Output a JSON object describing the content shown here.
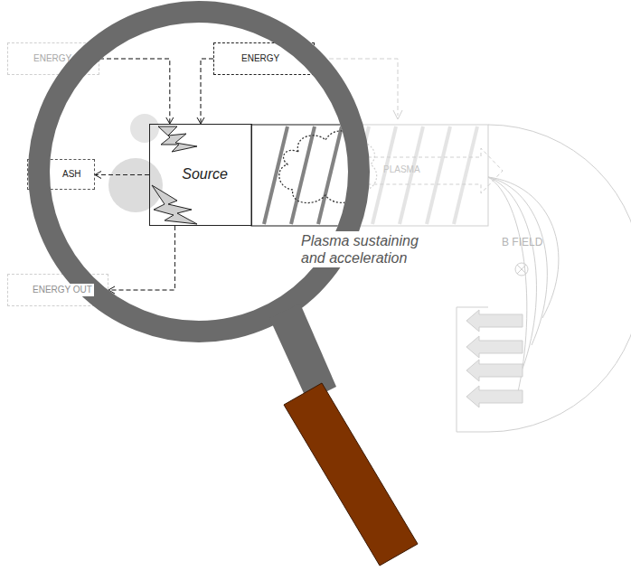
{
  "diagram": {
    "nodes": [
      {
        "text": [
          "ENERGY"
        ]
      },
      {
        "text": [
          "ENERGY"
        ]
      },
      {
        "text": [
          "ASH"
        ]
      },
      {
        "text": [
          "Source"
        ]
      },
      {
        "text": [
          "ENERGY OUT"
        ]
      }
    ],
    "edges": [
      {
        "from": 0,
        "to": 3,
        "arrow": "to"
      },
      {
        "from": 1,
        "to": 3,
        "arrow": "to"
      },
      {
        "from": 3,
        "to": 2,
        "arrow": "to"
      },
      {
        "from": 3,
        "to": 4,
        "arrow": "to"
      }
    ],
    "labels": [
      "Plasma sustaining and acceleration",
      "PLASMA",
      "B FIELD"
    ]
  }
}
